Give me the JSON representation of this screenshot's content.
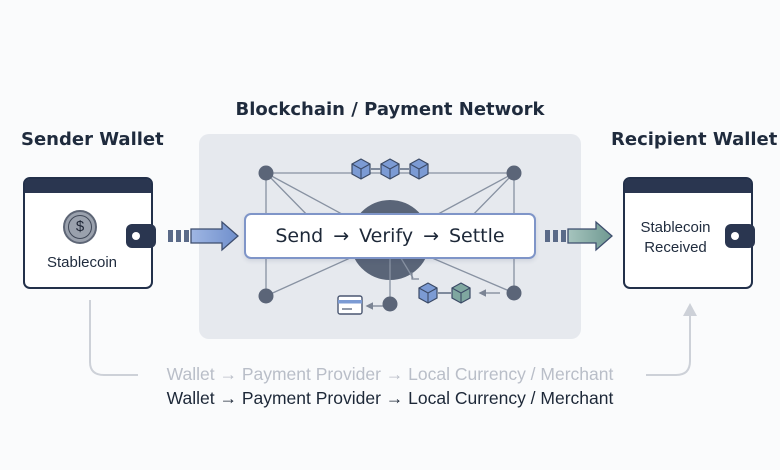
{
  "network": {
    "title": "Blockchain / Payment Network"
  },
  "sender": {
    "title": "Sender Wallet",
    "coin_label": "Stablecoin",
    "coin_symbol": "$"
  },
  "recipient": {
    "title": "Recipient Wallet",
    "label_line1": "Stablecoin",
    "label_line2": "Received"
  },
  "flow": {
    "steps": [
      "Send",
      "Verify",
      "Settle"
    ],
    "arrow": "→"
  },
  "path": {
    "faded": "Wallet → Payment Provider → Local Currency / Merchant",
    "main": "Wallet → Payment Provider → Local Currency / Merchant"
  },
  "icons": [
    "coin-icon",
    "wallet-icon",
    "block-icon",
    "card-icon",
    "arrow-icon"
  ],
  "colors": {
    "accent_blue": "#7c9bd4",
    "accent_teal": "#7fa7a0",
    "dark": "#22304a",
    "panel": "#e6e9ee",
    "faded_text": "#b9bec8"
  }
}
